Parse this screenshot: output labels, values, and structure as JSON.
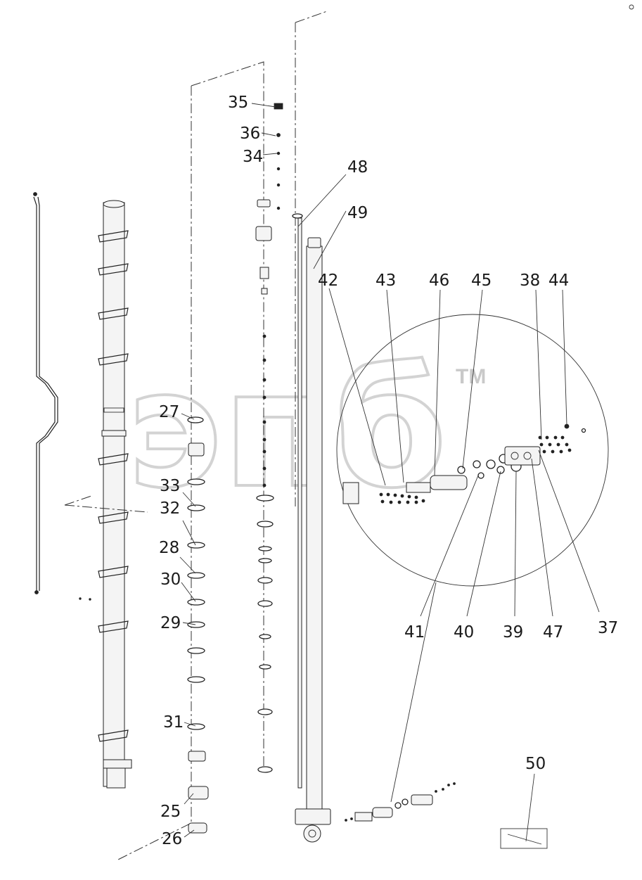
{
  "watermark": {
    "text": "эпб",
    "tm": "TM"
  },
  "labels": [
    {
      "id": "25",
      "text": "25"
    },
    {
      "id": "26",
      "text": "26"
    },
    {
      "id": "27",
      "text": "27"
    },
    {
      "id": "28",
      "text": "28"
    },
    {
      "id": "29",
      "text": "29"
    },
    {
      "id": "30",
      "text": "30"
    },
    {
      "id": "31",
      "text": "31"
    },
    {
      "id": "32",
      "text": "32"
    },
    {
      "id": "33",
      "text": "33"
    },
    {
      "id": "34",
      "text": "34"
    },
    {
      "id": "35",
      "text": "35"
    },
    {
      "id": "36",
      "text": "36"
    },
    {
      "id": "37",
      "text": "37"
    },
    {
      "id": "38",
      "text": "38"
    },
    {
      "id": "39",
      "text": "39"
    },
    {
      "id": "40",
      "text": "40"
    },
    {
      "id": "41",
      "text": "41"
    },
    {
      "id": "42",
      "text": "42"
    },
    {
      "id": "43",
      "text": "43"
    },
    {
      "id": "44",
      "text": "44"
    },
    {
      "id": "45",
      "text": "45"
    },
    {
      "id": "46",
      "text": "46"
    },
    {
      "id": "47",
      "text": "47"
    },
    {
      "id": "48",
      "text": "48"
    },
    {
      "id": "49",
      "text": "49"
    },
    {
      "id": "50",
      "text": "50"
    }
  ]
}
